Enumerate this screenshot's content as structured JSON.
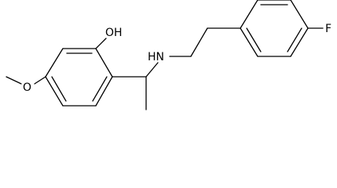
{
  "structure": {
    "atom_labels": {
      "hydroxyl": "OH",
      "methoxy_oxygen": "O",
      "amine": "HN",
      "fluorine": "F"
    },
    "line_color": "#000000",
    "background_color": "#ffffff"
  }
}
